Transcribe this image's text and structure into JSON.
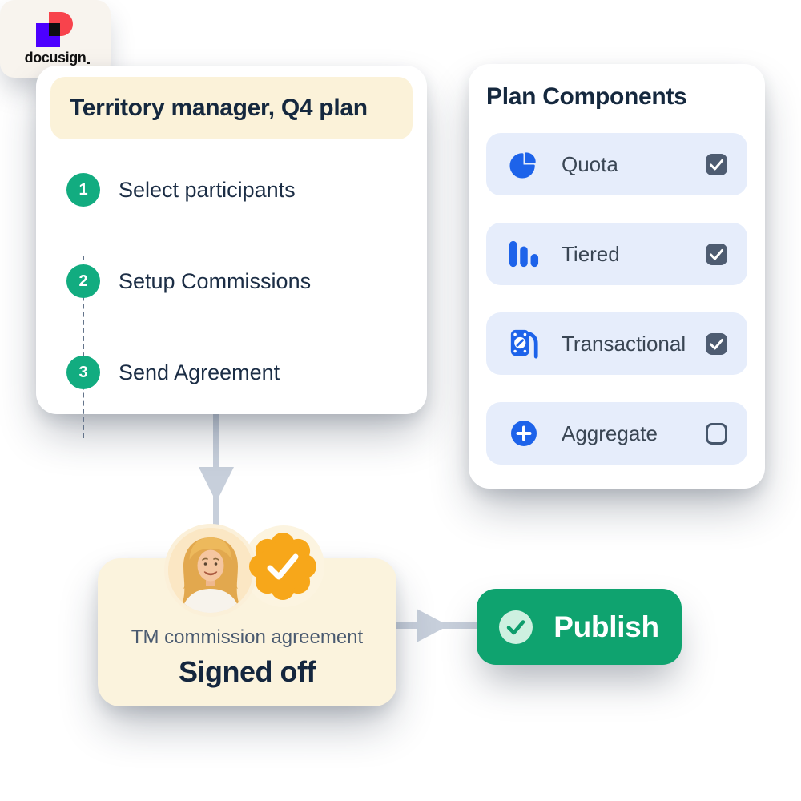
{
  "plan_card": {
    "title": "Territory manager, Q4 plan",
    "steps": [
      {
        "number": "1",
        "label": "Select participants"
      },
      {
        "number": "2",
        "label": "Setup Commissions"
      },
      {
        "number": "3",
        "label": "Send Agreement"
      }
    ]
  },
  "components_card": {
    "title": "Plan Components",
    "items": [
      {
        "label": "Quota",
        "icon": "pie-chart-icon",
        "checked": true
      },
      {
        "label": "Tiered",
        "icon": "bar-chart-icon",
        "checked": true
      },
      {
        "label": "Transactional",
        "icon": "cash-hand-icon",
        "checked": true
      },
      {
        "label": "Aggregate",
        "icon": "plus-circle-icon",
        "checked": false
      }
    ]
  },
  "agreement_card": {
    "logo_text": "docusign",
    "subtitle": "TM commission agreement",
    "status": "Signed off"
  },
  "publish": {
    "label": "Publish"
  },
  "colors": {
    "accent_green": "#12AC80",
    "publish_green": "#0FA36F",
    "icon_blue": "#1D63EA",
    "row_blue": "#E6EDFB",
    "cream": "#FBF3DD",
    "navy": "#15283E",
    "slate": "#4A5A70",
    "badge_orange": "#F7A71A",
    "checkbox_slate": "#4E5C71",
    "arrow_gray": "#C7CFDB",
    "docusign_purple": "#4C00FF",
    "docusign_red": "#F8434C"
  }
}
